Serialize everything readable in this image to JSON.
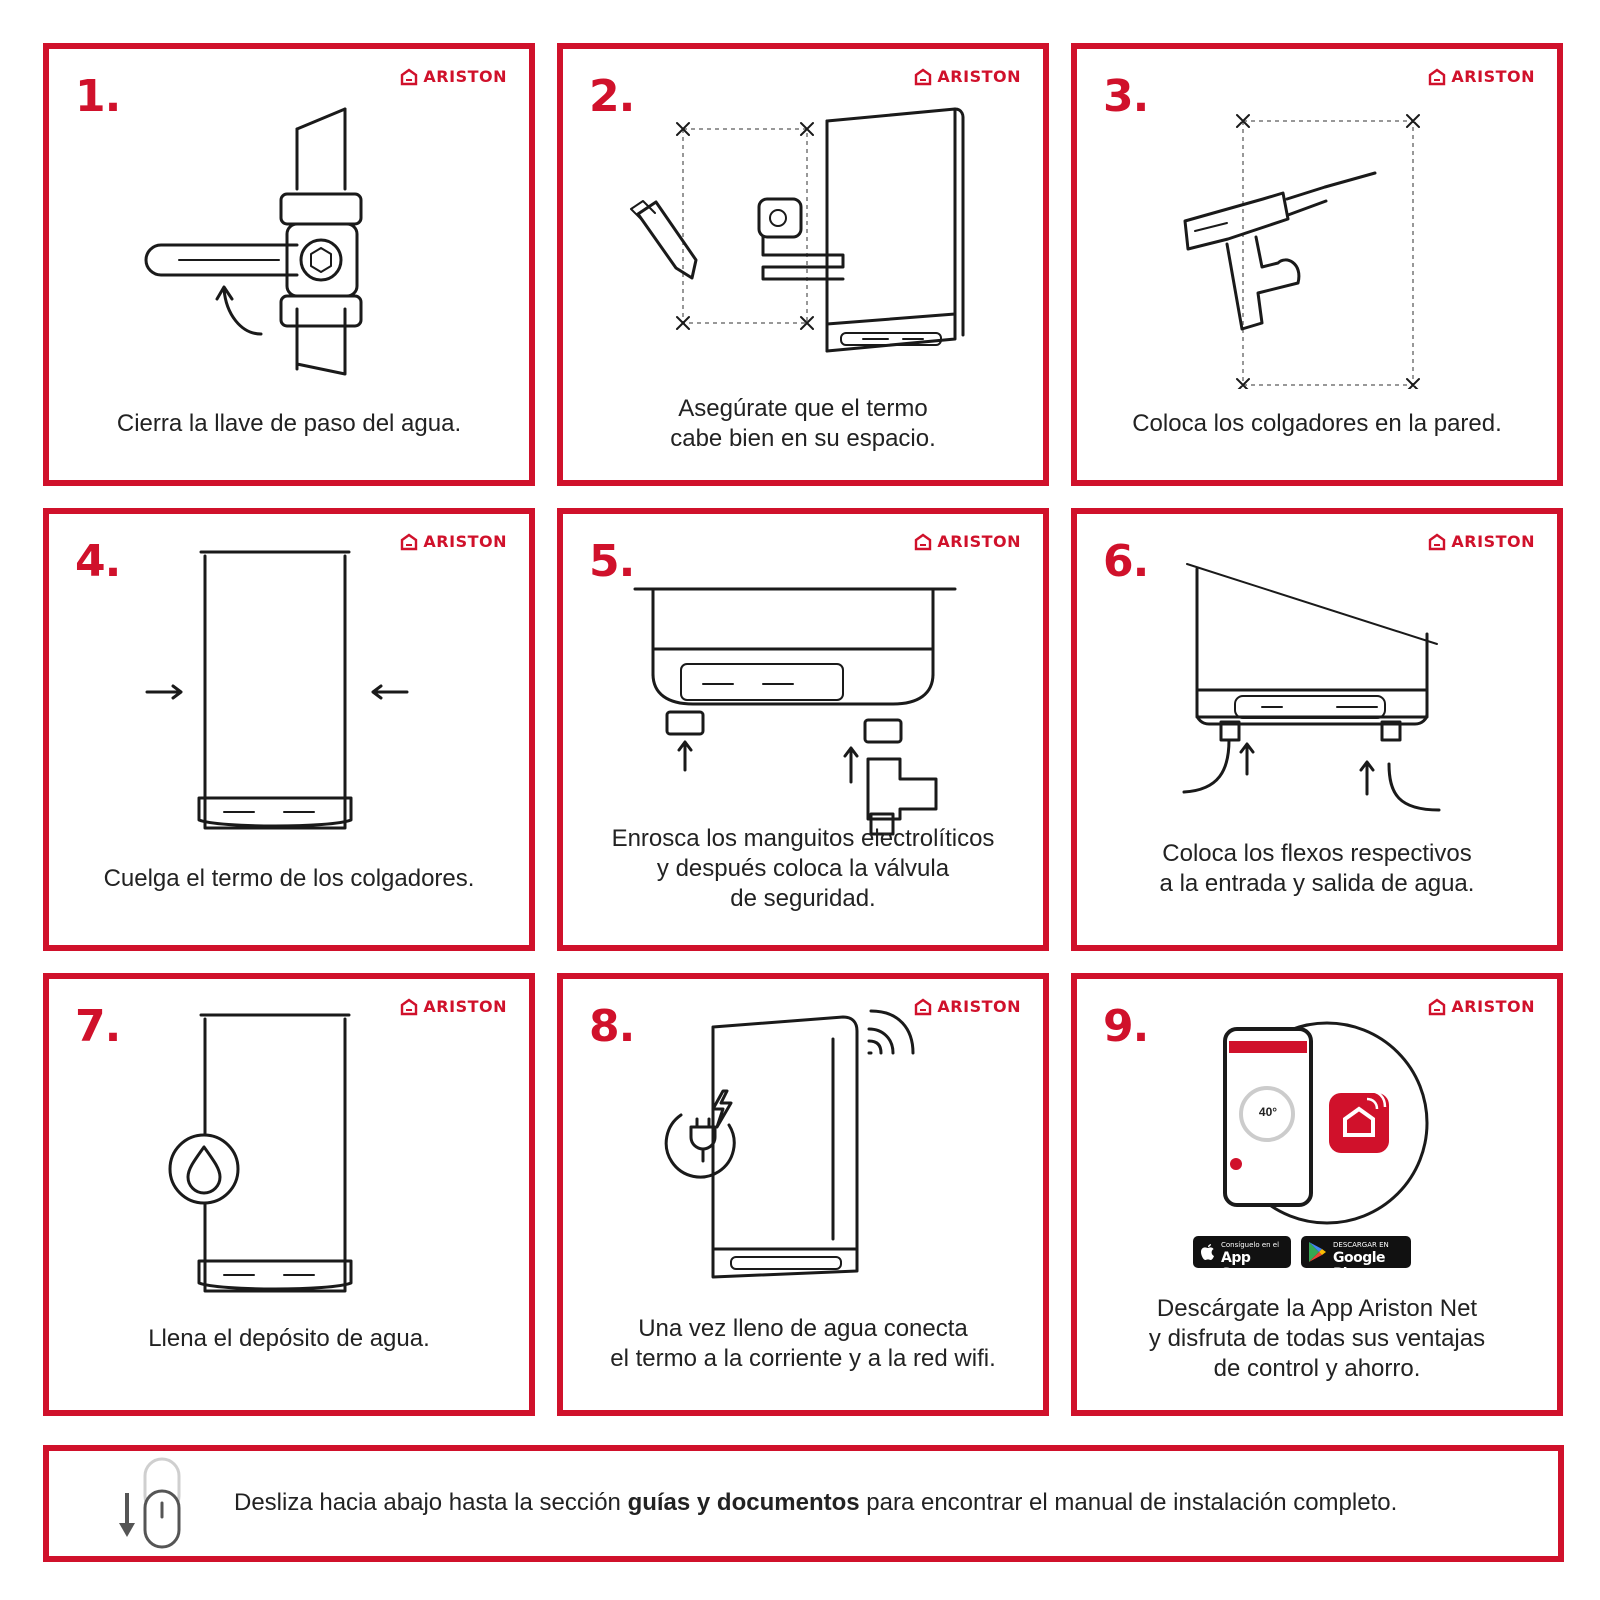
{
  "brand": {
    "name": "ARISTON",
    "color": "#d0112b",
    "icon": "ariston-house-logo-icon"
  },
  "steps": [
    {
      "number": "1.",
      "caption": [
        "Cierra la llave de paso del agua."
      ]
    },
    {
      "number": "2.",
      "caption": [
        "Asegúrate que el termo",
        "cabe bien en su espacio."
      ]
    },
    {
      "number": "3.",
      "caption": [
        "Coloca los colgadores en la pared."
      ]
    },
    {
      "number": "4.",
      "caption": [
        "Cuelga el termo de los colgadores."
      ]
    },
    {
      "number": "5.",
      "caption": [
        "Enrosca los manguitos electrolíticos",
        "y después coloca la válvula",
        "de seguridad."
      ]
    },
    {
      "number": "6.",
      "caption": [
        "Coloca los flexos respectivos",
        "a la entrada y salida de agua."
      ]
    },
    {
      "number": "7.",
      "caption": [
        "Llena el depósito de agua."
      ]
    },
    {
      "number": "8.",
      "caption": [
        "Una vez lleno de agua conecta",
        "el termo a la corriente y a la red wifi."
      ]
    },
    {
      "number": "9.",
      "caption": [
        "Descárgate la App Ariston Net",
        "y disfruta de todas sus ventajas",
        "de control y ahorro."
      ]
    }
  ],
  "app_store": {
    "small": "Consíguelo en el",
    "big": "App Store"
  },
  "google_play": {
    "small": "DESCARGAR EN",
    "big": "Google Play"
  },
  "phone_temp": "40°",
  "footer": {
    "text_before": "Desliza hacia abajo hasta la sección ",
    "text_bold": "guías y documentos",
    "text_after": " para encontrar el manual de instalación completo.",
    "icon": "scroll-down-mouse-icon"
  }
}
